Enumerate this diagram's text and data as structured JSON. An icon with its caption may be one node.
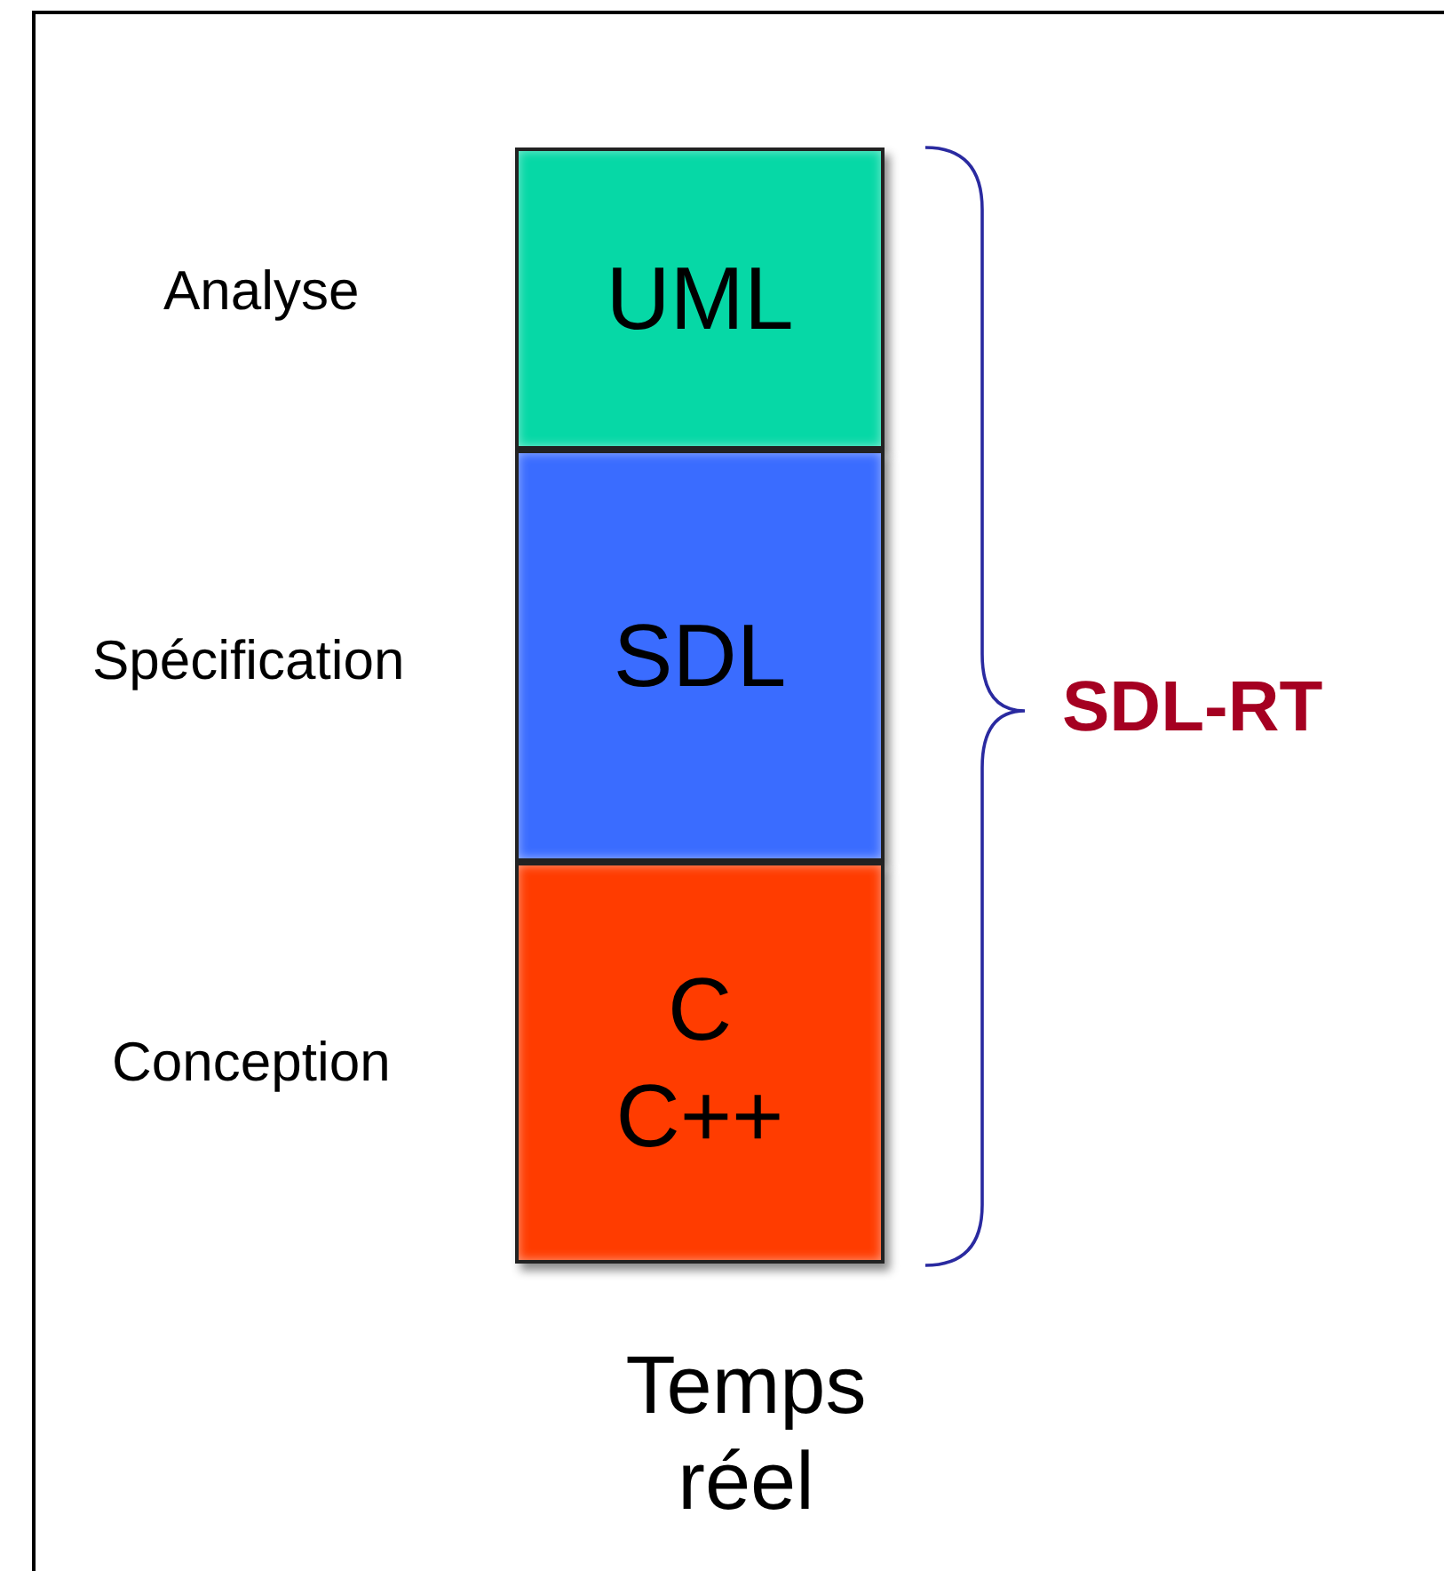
{
  "diagram": {
    "nodes": [
      {
        "text": [
          "UML"
        ],
        "beside": [
          "Analyse"
        ]
      },
      {
        "text": [
          "SDL"
        ],
        "beside": [
          "Spécification"
        ]
      },
      {
        "text": [
          "C",
          "C++"
        ],
        "beside": [
          "Conception"
        ]
      }
    ],
    "labels": [
      "SDL-RT",
      "Temps réel"
    ]
  }
}
